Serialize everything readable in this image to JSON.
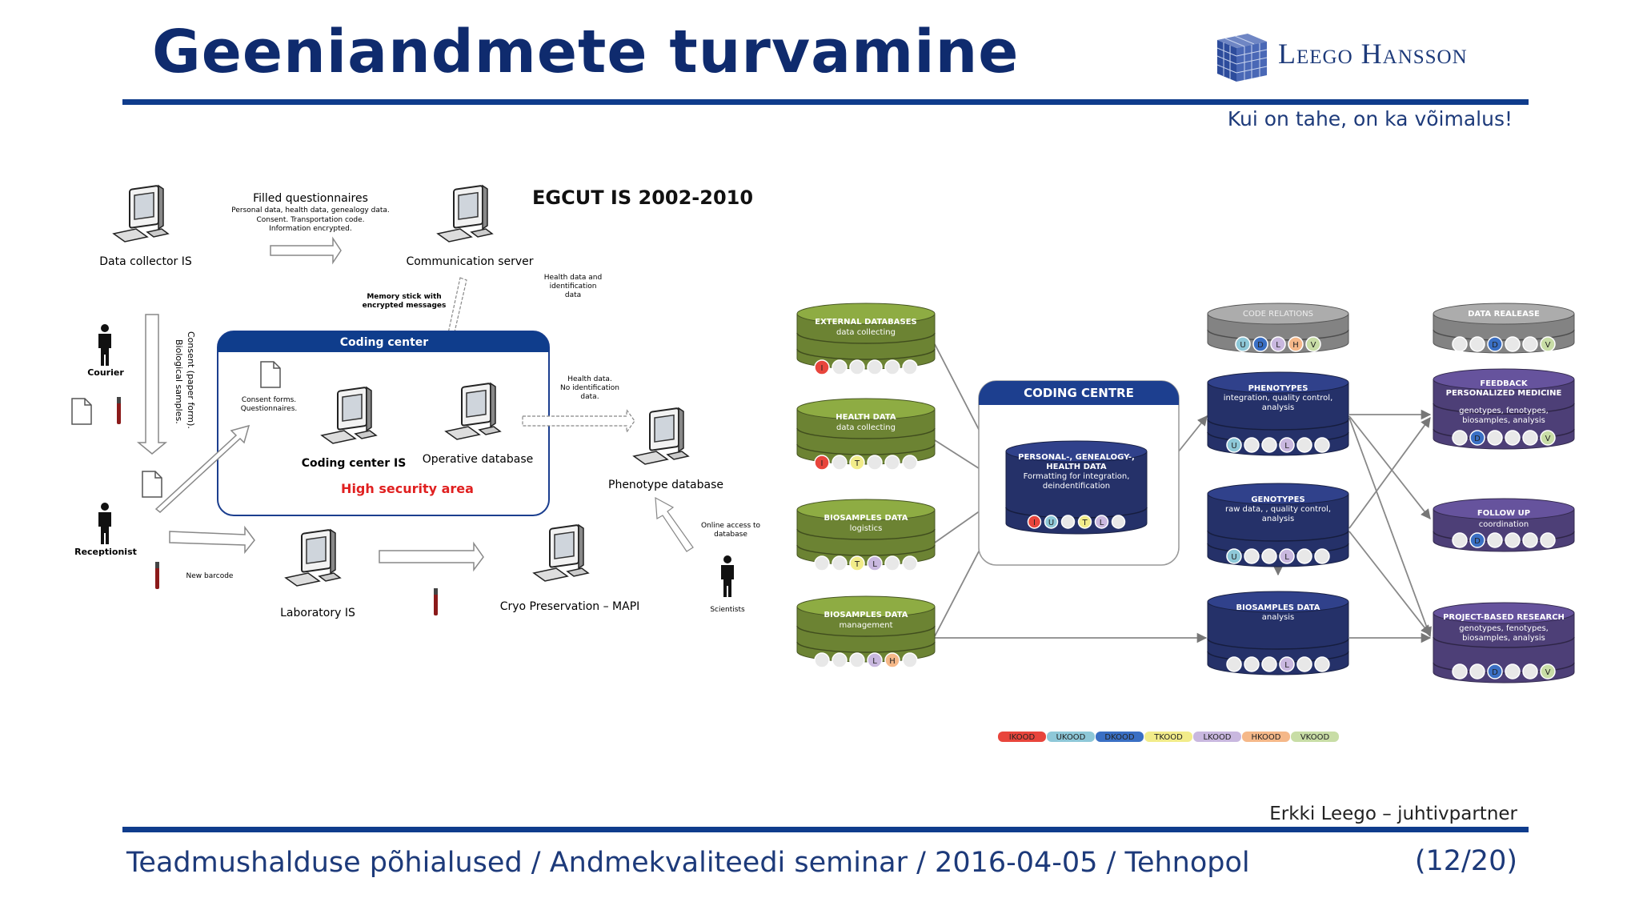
{
  "header": {
    "title": "Geeniandmete turvamine",
    "logo_text": "Leego Hansson",
    "slogan": "Kui on tahe, on ka võimalus!"
  },
  "left_diagram": {
    "title": "EGCUT IS 2002-2010",
    "nodes": {
      "data_collector": "Data collector IS",
      "communication_server": "Communication server",
      "coding_center_is": "Coding center IS",
      "operative_database": "Operative database",
      "phenotype_database": "Phenotype database",
      "laboratory_is": "Laboratory IS",
      "cryo_preservation": "Cryo Preservation – MAPI"
    },
    "coding_center_box": {
      "header": "Coding center",
      "security_label": "High security area",
      "consent_forms": "Consent forms.",
      "questionnaires": "Questionnaires."
    },
    "people": {
      "courier": "Courier",
      "receptionist": "Receptionist",
      "scientists": "Scientists"
    },
    "labels": {
      "filled_questionnaires": "Filled questionnaires",
      "fq_line1": "Personal data, health data, genealogy data.",
      "fq_line2": "Consent. Transportation code.",
      "fq_line3": "Information encrypted.",
      "memory_stick_1": "Memory stick with",
      "memory_stick_2": "encrypted messages",
      "health_ident_1": "Health data and",
      "health_ident_2": "identification",
      "health_ident_3": "data",
      "health_noident_1": "Health data.",
      "health_noident_2": "No identification",
      "health_noident_3": "data.",
      "consent_vertical_1": "Consent (paper form).",
      "consent_vertical_2": "Biological samples.",
      "new_barcode": "New barcode",
      "online_access_1": "Online access to",
      "online_access_2": "database"
    }
  },
  "right_diagram": {
    "sources": [
      {
        "title": "EXTERNAL DATABASES",
        "sub": "data collecting",
        "codes": [
          "I",
          "",
          "",
          "",
          "",
          ""
        ]
      },
      {
        "title": "HEALTH DATA",
        "sub": "data collecting",
        "codes": [
          "I",
          "",
          "T",
          "",
          "",
          ""
        ]
      },
      {
        "title": "BIOSAMPLES DATA",
        "sub": "logistics",
        "codes": [
          "",
          "",
          "T",
          "L",
          "",
          ""
        ]
      },
      {
        "title": "BIOSAMPLES DATA",
        "sub": "management",
        "codes": [
          "",
          "",
          "",
          "L",
          "H",
          ""
        ]
      }
    ],
    "coding_centre": {
      "header": "CODING CENTRE",
      "db_title_1": "PERSONAL-, GENEALOGY-,",
      "db_title_2": "HEALTH DATA",
      "db_sub_1": "Formatting for integration,",
      "db_sub_2": "deindentification",
      "codes": [
        "I",
        "U",
        "",
        "T",
        "L",
        ""
      ]
    },
    "middle": [
      {
        "title": "PHENOTYPES",
        "sub1": "integration, quality control,",
        "sub2": "analysis",
        "codes": [
          "U",
          "",
          "",
          "L",
          "",
          ""
        ]
      },
      {
        "title": "GENOTYPES",
        "sub1": "raw data, , quality control,",
        "sub2": "analysis",
        "codes": [
          "U",
          "",
          "",
          "L",
          "",
          ""
        ]
      },
      {
        "title": "BIOSAMPLES DATA",
        "sub1": "analysis",
        "sub2": "",
        "codes": [
          "",
          "",
          "",
          "L",
          "",
          ""
        ]
      }
    ],
    "code_relations": {
      "title": "CODE RELATIONS",
      "codes": [
        "U",
        "D",
        "L",
        "H",
        "V"
      ]
    },
    "data_release": {
      "title": "DATA REALEASE",
      "codes": [
        "",
        "",
        "D",
        "",
        "",
        "V"
      ]
    },
    "outputs": [
      {
        "title1": "FEEDBACK",
        "title2": "PERSONALIZED MEDICINE",
        "sub1": "genotypes, fenotypes,",
        "sub2": "biosamples, analysis",
        "codes": [
          "",
          "D",
          "",
          "",
          "",
          "V"
        ]
      },
      {
        "title1": "FOLLOW UP",
        "title2": "",
        "sub1": "coordination",
        "sub2": "",
        "codes": [
          "",
          "D",
          "",
          "",
          "",
          ""
        ]
      },
      {
        "title1": "PROJECT-BASED  RESEARCH",
        "title2": "",
        "sub1": "genotypes, fenotypes,",
        "sub2": "biosamples, analysis",
        "codes": [
          "",
          "",
          "D",
          "",
          "",
          "V"
        ]
      }
    ],
    "legend": [
      "IKOOD",
      "UKOOD",
      "DKOOD",
      "TKOOD",
      "LKOOD",
      "HKOOD",
      "VKOOD"
    ],
    "colors": {
      "I": "#e8453c",
      "U": "#8ec8d8",
      "D": "#3a6fc4",
      "T": "#f2ec8a",
      "L": "#c9b8df",
      "H": "#f5b889",
      "V": "#c8dda6",
      "green": "#7f9a3c",
      "navy": "#2b3a7c",
      "purple": "#5b4a8c",
      "gray": "#9a9a9a"
    }
  },
  "footer": {
    "author": "Erkki Leego – juhtivpartner",
    "text": "Teadmushalduse põhialused / Andmekvaliteedi seminar / 2016-04-05 / Tehnopol",
    "page": "(12/20)"
  }
}
